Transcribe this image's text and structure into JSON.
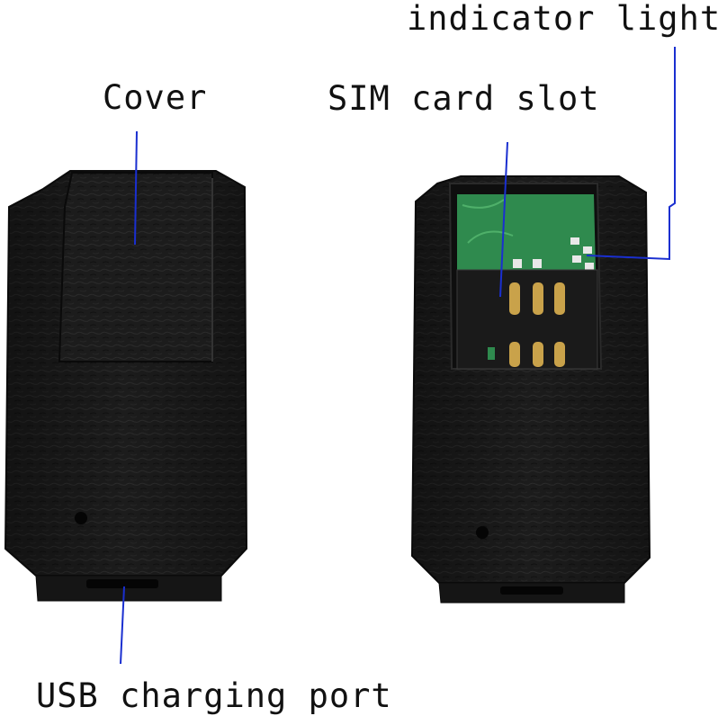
{
  "labels": {
    "indicator_light": "indicator light",
    "cover": "Cover",
    "sim_card_slot": "SIM card slot",
    "usb_charging_port": "USB charging port"
  },
  "colors": {
    "leader_line": "#1a2fd0",
    "device_body": "#1b1b1b",
    "pcb": "#2f8a4e",
    "contacts": "#c9a24a",
    "background": "#ffffff"
  }
}
